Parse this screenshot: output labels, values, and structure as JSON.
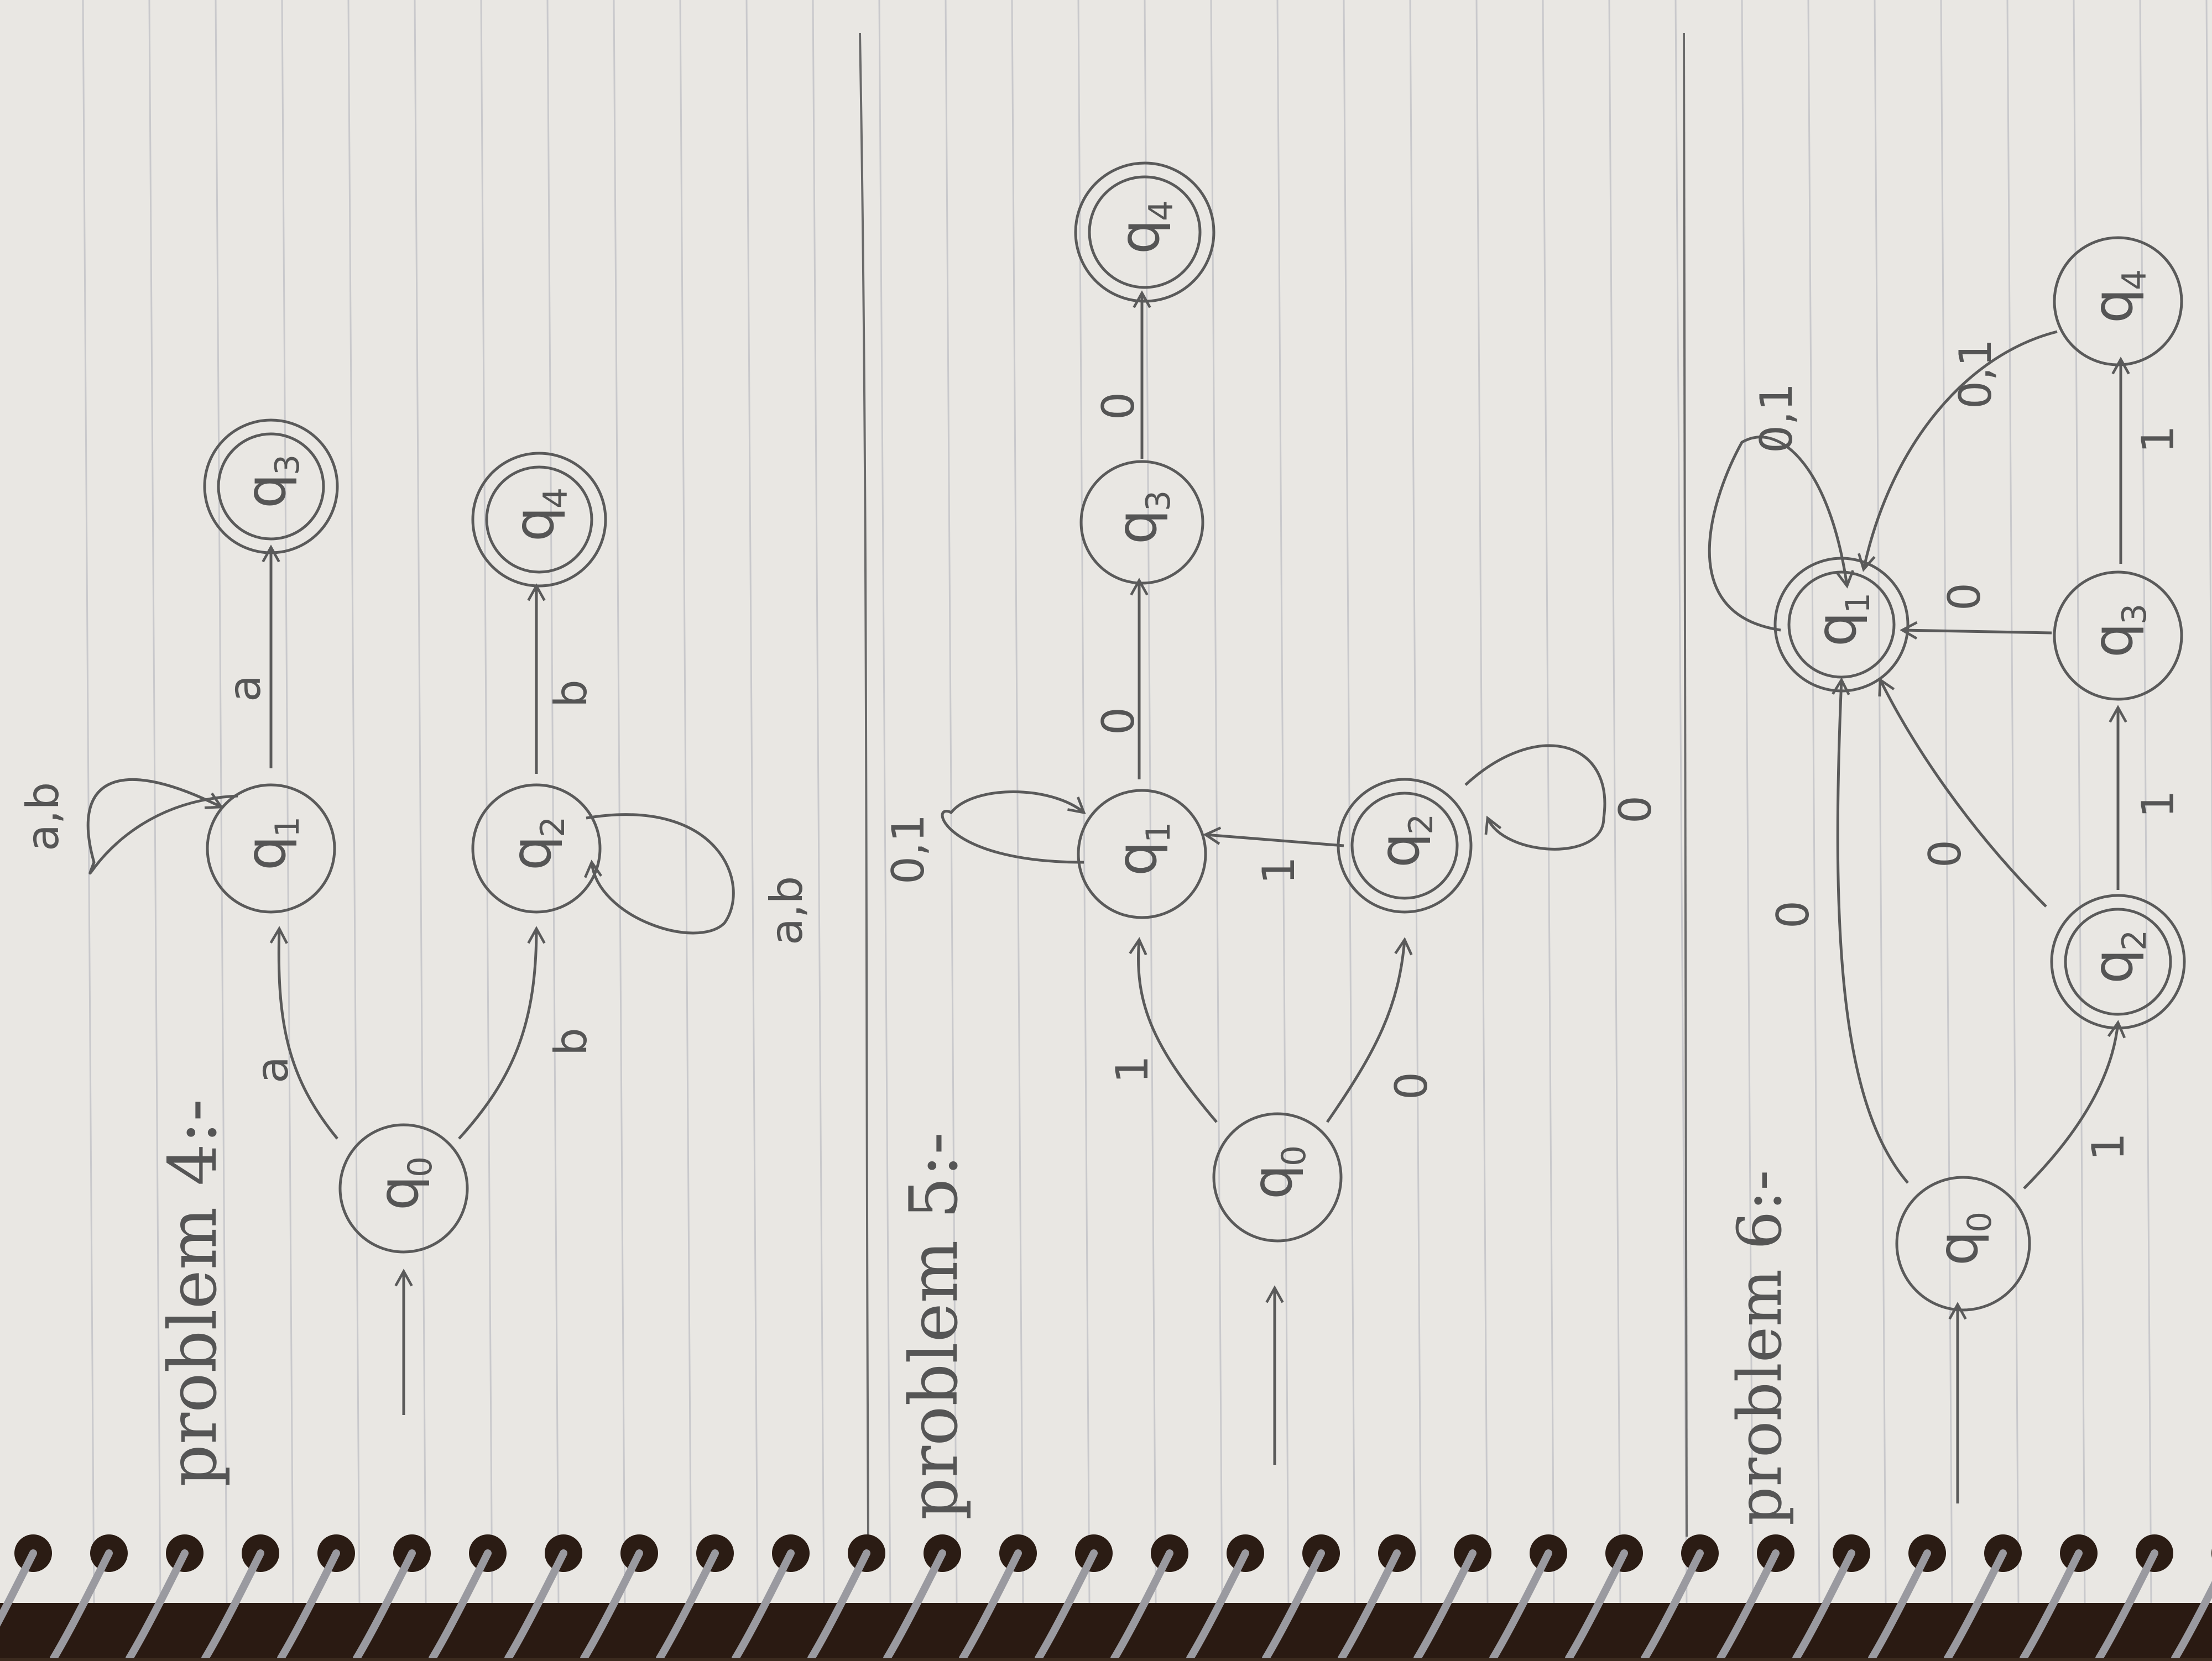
{
  "page": {
    "paper_color": "#e9e7e3",
    "rule_color": "#c9c9cc",
    "pencil_color": "#5a5a5a",
    "binding_color": "#2a1a12",
    "ring_color": "#9a9aa0"
  },
  "problems": [
    {
      "title": "problem 4:-",
      "states": [
        {
          "id": "q0",
          "label": "q",
          "sub": "0",
          "accepting": false,
          "start": true
        },
        {
          "id": "q1",
          "label": "q",
          "sub": "1",
          "accepting": false
        },
        {
          "id": "q2",
          "label": "q",
          "sub": "2",
          "accepting": false
        },
        {
          "id": "q3",
          "label": "q",
          "sub": "3",
          "accepting": true
        },
        {
          "id": "q4",
          "label": "q",
          "sub": "4",
          "accepting": true
        }
      ],
      "transitions": [
        {
          "from": "q0",
          "to": "q1",
          "label": "a"
        },
        {
          "from": "q0",
          "to": "q2",
          "label": "b"
        },
        {
          "from": "q1",
          "to": "q1",
          "label": "a,b"
        },
        {
          "from": "q1",
          "to": "q3",
          "label": "a"
        },
        {
          "from": "q2",
          "to": "q2",
          "label": "a,b"
        },
        {
          "from": "q2",
          "to": "q4",
          "label": "b"
        }
      ]
    },
    {
      "title": "problem 5:-",
      "states": [
        {
          "id": "q0",
          "label": "q",
          "sub": "0",
          "accepting": false,
          "start": true
        },
        {
          "id": "q1",
          "label": "q",
          "sub": "1",
          "accepting": false
        },
        {
          "id": "q2",
          "label": "q",
          "sub": "2",
          "accepting": true
        },
        {
          "id": "q3",
          "label": "q",
          "sub": "3",
          "accepting": false
        },
        {
          "id": "q4",
          "label": "q",
          "sub": "4",
          "accepting": true
        }
      ],
      "transitions": [
        {
          "from": "q0",
          "to": "q1",
          "label": "1"
        },
        {
          "from": "q0",
          "to": "q2",
          "label": "0"
        },
        {
          "from": "q1",
          "to": "q1",
          "label": "0,1"
        },
        {
          "from": "q2",
          "to": "q1",
          "label": "1"
        },
        {
          "from": "q2",
          "to": "q2",
          "label": "0"
        },
        {
          "from": "q1",
          "to": "q3",
          "label": "0"
        },
        {
          "from": "q3",
          "to": "q4",
          "label": "0"
        }
      ]
    },
    {
      "title": "problem 6:-",
      "states": [
        {
          "id": "q0",
          "label": "q",
          "sub": "0",
          "accepting": false,
          "start": true
        },
        {
          "id": "q1",
          "label": "q",
          "sub": "1",
          "accepting": true
        },
        {
          "id": "q2",
          "label": "q",
          "sub": "2",
          "accepting": true
        },
        {
          "id": "q3",
          "label": "q",
          "sub": "3",
          "accepting": false
        },
        {
          "id": "q4",
          "label": "q",
          "sub": "4",
          "accepting": false
        }
      ],
      "transitions": [
        {
          "from": "q0",
          "to": "q1",
          "label": "0"
        },
        {
          "from": "q0",
          "to": "q2",
          "label": "1"
        },
        {
          "from": "q2",
          "to": "q1",
          "label": "0"
        },
        {
          "from": "q2",
          "to": "q3",
          "label": "1"
        },
        {
          "from": "q3",
          "to": "q1",
          "label": "0"
        },
        {
          "from": "q3",
          "to": "q4",
          "label": "1"
        },
        {
          "from": "q4",
          "to": "q1",
          "label": "0,1"
        },
        {
          "from": "q1",
          "to": "q1",
          "label": "0,1"
        }
      ]
    }
  ]
}
